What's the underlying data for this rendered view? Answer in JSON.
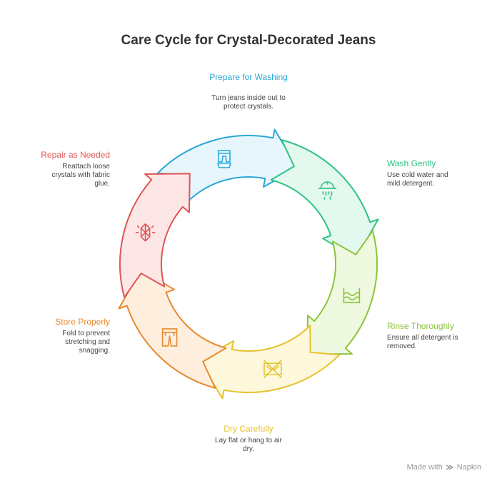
{
  "title": "Care Cycle for Crystal-Decorated Jeans",
  "steps": [
    {
      "title": "Prepare for Washing",
      "description": "Turn jeans inside out to protect crystals.",
      "color": "#2aa8d6",
      "fill": "#e6f6fc",
      "icon": "jeans-inside-out-icon"
    },
    {
      "title": "Wash Gently",
      "description": "Use cold water and mild detergent.",
      "color": "#2fc483",
      "fill": "#e3f8ee",
      "icon": "shower-icon"
    },
    {
      "title": "Rinse Thoroughly",
      "description": "Ensure all detergent is removed.",
      "color": "#8cc43a",
      "fill": "#eff9df",
      "icon": "water-basin-icon"
    },
    {
      "title": "Dry Carefully",
      "description": "Lay flat or hang to air dry.",
      "color": "#e6c22d",
      "fill": "#fdf7dc",
      "icon": "do-not-tumble-dry-icon"
    },
    {
      "title": "Store Properly",
      "description": "Fold to prevent stretching and snagging.",
      "color": "#e68a2e",
      "fill": "#fdeede",
      "icon": "shorts-icon"
    },
    {
      "title": "Repair as Needed",
      "description": "Reattach loose crystals with fabric glue.",
      "color": "#e05555",
      "fill": "#fde6e6",
      "icon": "crystal-icon"
    }
  ],
  "footer": {
    "made_with": "Made with",
    "brand": "Napkin"
  }
}
